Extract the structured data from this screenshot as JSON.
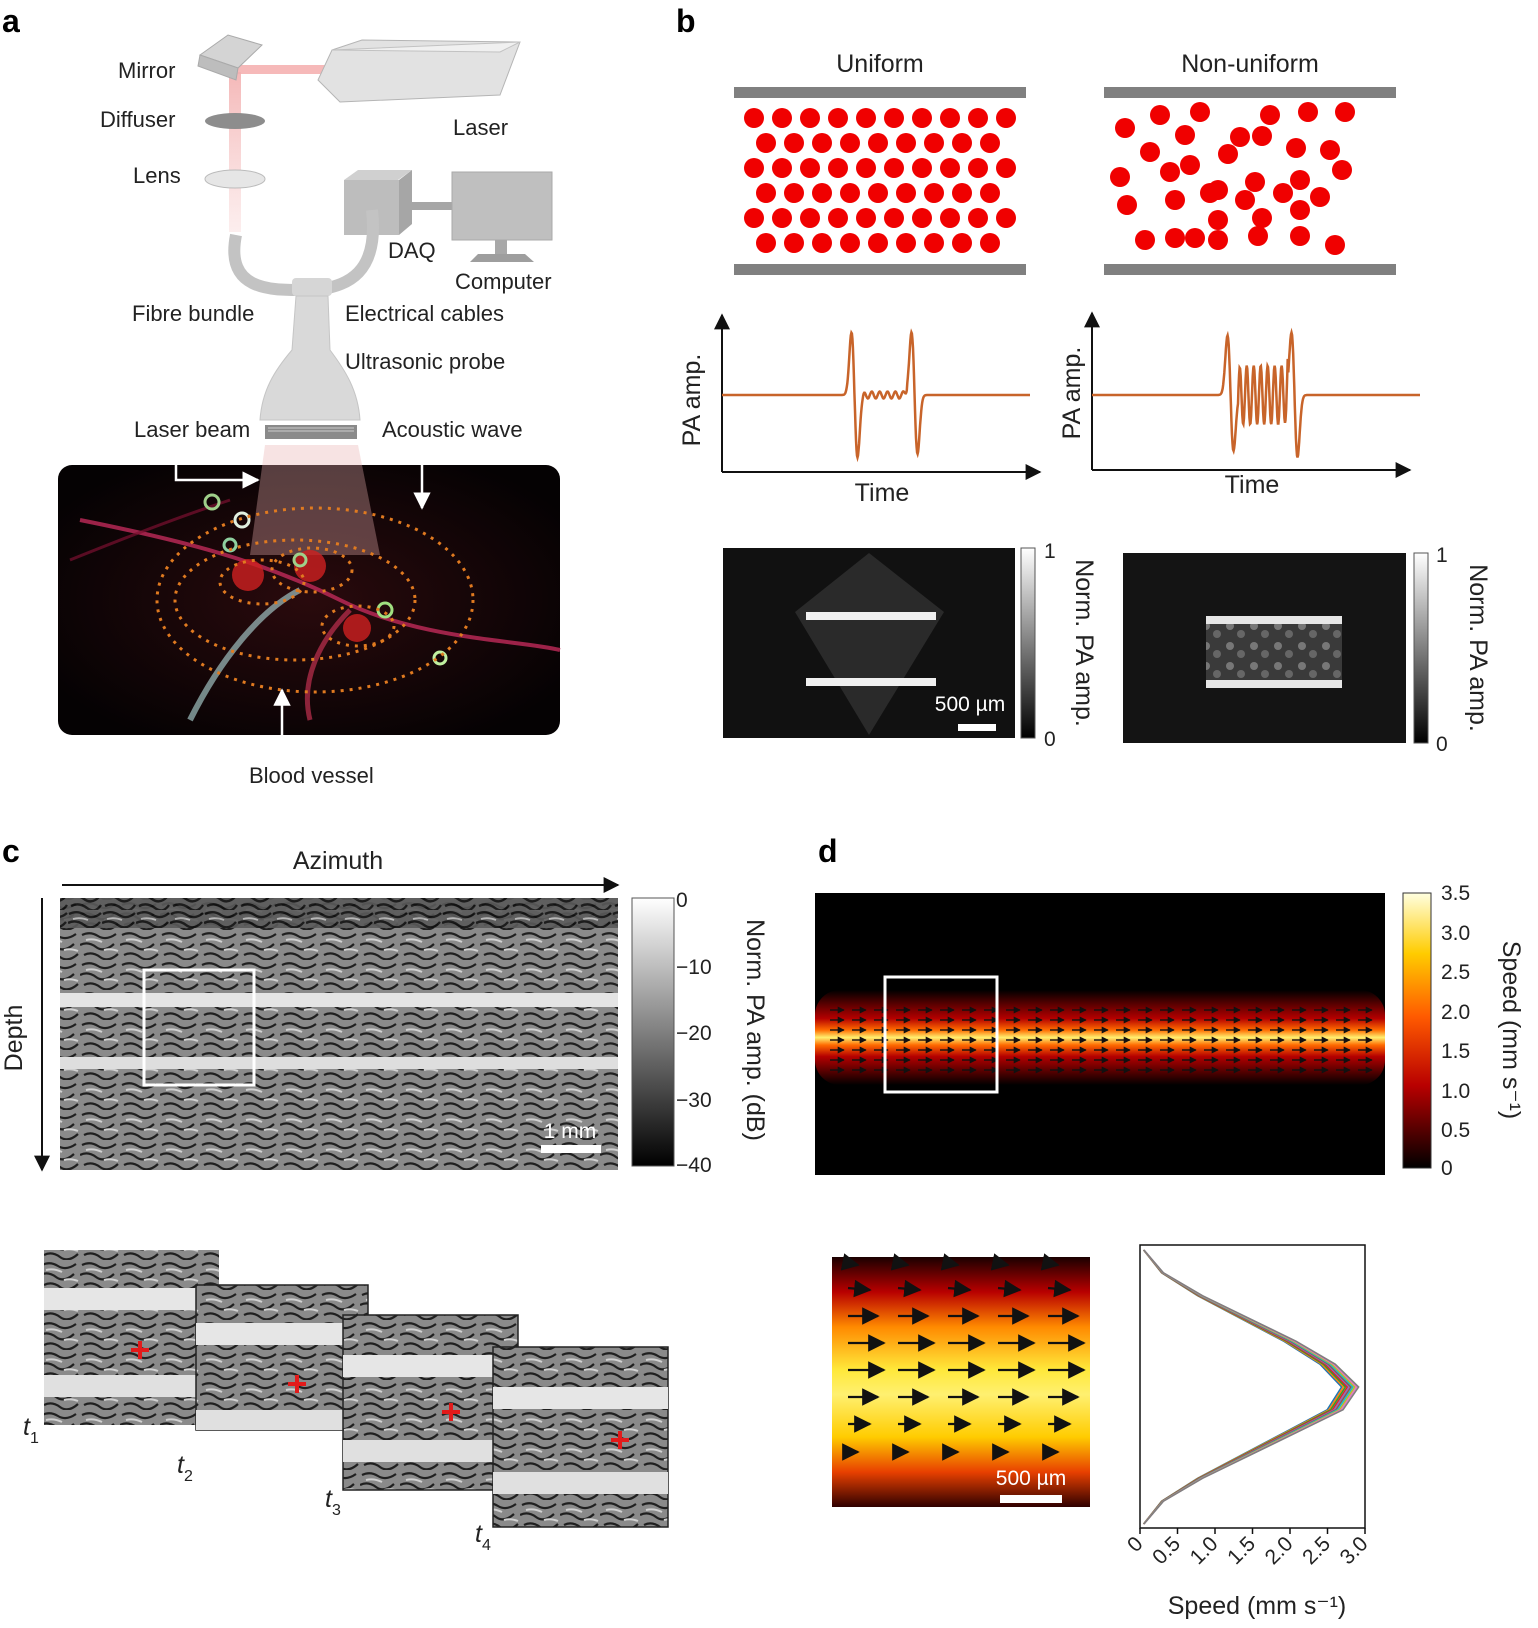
{
  "panels": {
    "a": {
      "label": "a",
      "components": {
        "mirror": "Mirror",
        "diffuser": "Diffuser",
        "lens": "Lens",
        "laser": "Laser",
        "daq": "DAQ",
        "computer": "Computer",
        "fibre_bundle": "Fibre bundle",
        "electrical_cables": "Electrical cables",
        "ultrasonic_probe": "Ultrasonic probe",
        "laser_beam": "Laser beam",
        "acoustic_wave": "Acoustic wave",
        "blood_vessel": "Blood vessel"
      }
    },
    "b": {
      "label": "b",
      "left_title": "Uniform",
      "right_title": "Non-uniform",
      "ylabel": "PA amp.",
      "xlabel": "Time",
      "colorbar_label": "Norm. PA amp.",
      "colorbar_max": "1",
      "colorbar_min": "0",
      "scale_bar": "500 µm"
    },
    "c": {
      "label": "c",
      "azimuth": "Azimuth",
      "depth": "Depth",
      "colorbar_label": "Norm. PA amp. (dB)",
      "colorbar_ticks": [
        "0",
        "−10",
        "−20",
        "−30",
        "−40"
      ],
      "scale_bar": "1 mm",
      "frames": [
        "t1",
        "t2",
        "t3",
        "t4"
      ],
      "frame_subscripts": [
        "1",
        "2",
        "3",
        "4"
      ],
      "frame_base": "t"
    },
    "d": {
      "label": "d",
      "colorbar_label": "Speed (mm s⁻¹)",
      "colorbar_ticks": [
        "3.5",
        "3.0",
        "2.5",
        "2.0",
        "1.5",
        "1.0",
        "0.5",
        "0"
      ],
      "scale_bar": "500 µm"
    }
  },
  "chart_data": [
    {
      "type": "line",
      "panel": "b-left",
      "xlabel": "Time",
      "ylabel": "PA amp.",
      "series": [
        {
          "values": [
            0,
            0,
            0,
            1.0,
            -1.0,
            0.1,
            0.1,
            0.1,
            1.0,
            -0.9,
            0,
            0
          ]
        }
      ],
      "color": "#c8642a"
    },
    {
      "type": "line",
      "panel": "b-right",
      "xlabel": "Time",
      "ylabel": "PA amp.",
      "series": [
        {
          "values": [
            0,
            0,
            0,
            0.9,
            -0.9,
            0.5,
            -0.5,
            0.5,
            -0.5,
            1.0,
            -1.0,
            0,
            0
          ]
        }
      ],
      "color": "#c8642a"
    },
    {
      "type": "line",
      "panel": "d-profile",
      "xlabel": "Speed (mm s⁻¹)",
      "x_ticks": [
        "0",
        "0.5",
        "1.0",
        "1.5",
        "2.0",
        "2.5",
        "3.0"
      ],
      "xlim": [
        0,
        3.0
      ],
      "orientation": "vertical profile",
      "series": [
        {
          "x": [
            0.05,
            0.3,
            0.8,
            1.4,
            2.0,
            2.5,
            2.8,
            2.6,
            2.0,
            1.4,
            0.8,
            0.3,
            0.05
          ]
        }
      ]
    }
  ]
}
